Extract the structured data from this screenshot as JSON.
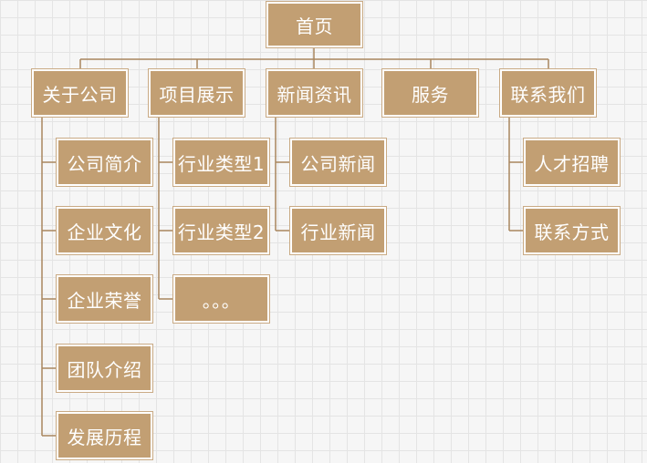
{
  "colors": {
    "node_fill": "#c29f73",
    "node_text": "#ffffff",
    "connector": "#a8865e"
  },
  "root": {
    "label": "首页"
  },
  "sections": [
    {
      "label": "关于公司",
      "children": [
        "公司简介",
        "企业文化",
        "企业荣誉",
        "团队介绍",
        "发展历程"
      ]
    },
    {
      "label": "项目展示",
      "children": [
        "行业类型1",
        "行业类型2",
        "。。。"
      ]
    },
    {
      "label": "新闻资讯",
      "children": [
        "公司新闻",
        "行业新闻"
      ]
    },
    {
      "label": "服务",
      "children": []
    },
    {
      "label": "联系我们",
      "children": [
        "人才招聘",
        "联系方式"
      ]
    }
  ]
}
